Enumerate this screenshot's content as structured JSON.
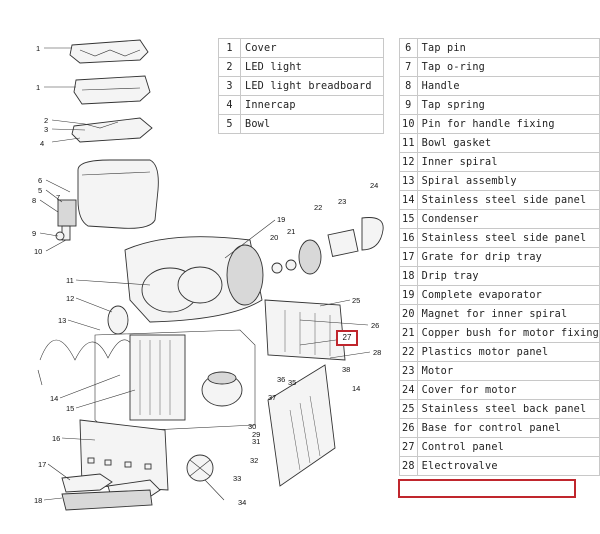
{
  "parts_left": [
    {
      "num": "1",
      "name": "Cover"
    },
    {
      "num": "2",
      "name": "LED light"
    },
    {
      "num": "3",
      "name": "LED light breadboard"
    },
    {
      "num": "4",
      "name": "Innercap"
    },
    {
      "num": "5",
      "name": "Bowl"
    }
  ],
  "parts_right": [
    {
      "num": "6",
      "name": "Tap pin"
    },
    {
      "num": "7",
      "name": "Tap o-ring"
    },
    {
      "num": "8",
      "name": "Handle"
    },
    {
      "num": "9",
      "name": "Tap spring"
    },
    {
      "num": "10",
      "name": "Pin for handle fixing"
    },
    {
      "num": "11",
      "name": "Bowl gasket"
    },
    {
      "num": "12",
      "name": "Inner spiral"
    },
    {
      "num": "13",
      "name": "Spiral assembly"
    },
    {
      "num": "14",
      "name": "Stainless steel side panel"
    },
    {
      "num": "15",
      "name": "Condenser"
    },
    {
      "num": "16",
      "name": "Stainless steel side panel"
    },
    {
      "num": "17",
      "name": "Grate for drip tray"
    },
    {
      "num": "18",
      "name": "Drip tray"
    },
    {
      "num": "19",
      "name": "Complete evaporator"
    },
    {
      "num": "20",
      "name": "Magnet for inner spiral"
    },
    {
      "num": "21",
      "name": "Copper bush for motor fixing"
    },
    {
      "num": "22",
      "name": "Plastics motor panel"
    },
    {
      "num": "23",
      "name": "Motor"
    },
    {
      "num": "24",
      "name": "Cover for motor"
    },
    {
      "num": "25",
      "name": "Stainless steel back panel"
    },
    {
      "num": "26",
      "name": "Base for control panel"
    },
    {
      "num": "27",
      "name": "Control panel"
    },
    {
      "num": "28",
      "name": "Electrovalve"
    }
  ],
  "callouts": {
    "c1a": "1",
    "c1b": "1",
    "c2": "2",
    "c3": "3",
    "c4": "4",
    "c5": "5",
    "c6": "6",
    "c7": "7",
    "c8": "8",
    "c9": "9",
    "c10": "10",
    "c11": "11",
    "c12": "12",
    "c13": "13",
    "c14a": "14",
    "c14b": "14",
    "c15": "15",
    "c16": "16",
    "c17": "17",
    "c18": "18",
    "c19": "19",
    "c20": "20",
    "c21": "21",
    "c22": "22",
    "c23": "23",
    "c24": "24",
    "c25": "25",
    "c26": "26",
    "c27": "27",
    "c28": "28",
    "c29": "29",
    "c30": "30",
    "c31": "31",
    "c32": "32",
    "c33": "33",
    "c34": "34",
    "c35": "35",
    "c36": "36",
    "c37": "37",
    "c38": "38"
  },
  "highlight": {
    "part": "27",
    "color": "#c0262d"
  }
}
